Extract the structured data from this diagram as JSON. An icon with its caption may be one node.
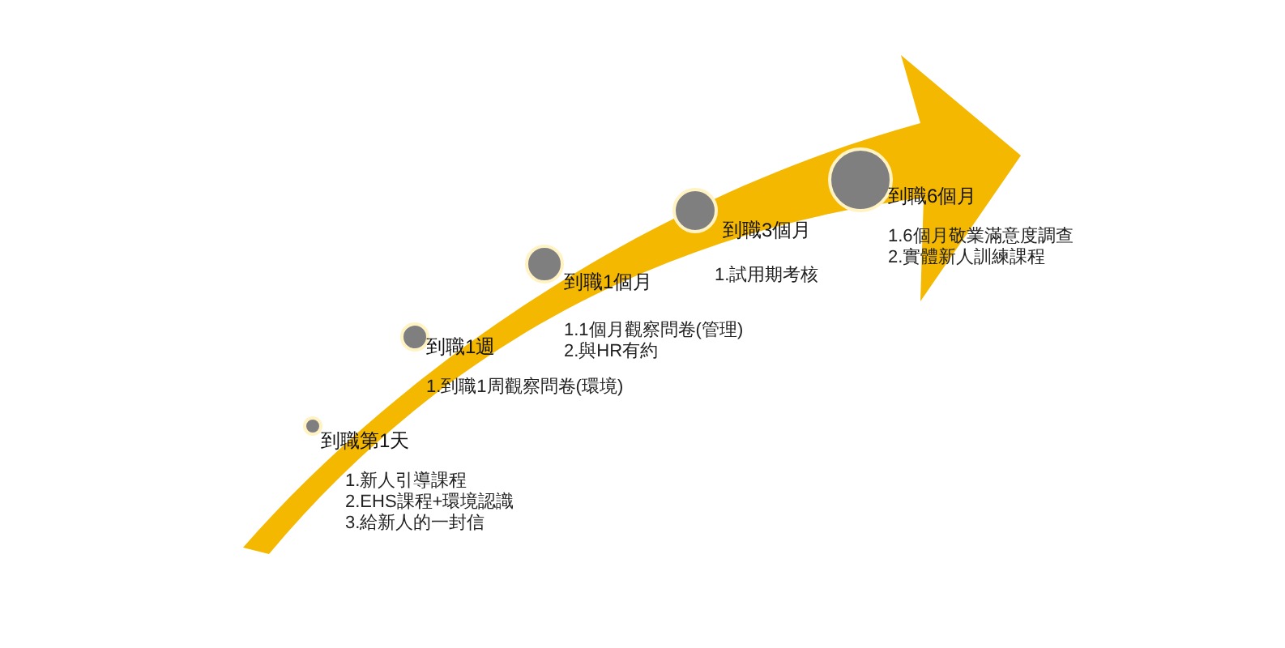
{
  "diagram": {
    "nodes": [
      {
        "text": [],
        "shape": "circle",
        "beside": [
          "到職第1天",
          "1.新人引導課程",
          "2.EHS課程+環境認識",
          "3.給新人的一封信"
        ]
      },
      {
        "text": [],
        "shape": "circle",
        "beside": [
          "到職1週",
          "1.到職1周觀察問卷(環境)"
        ]
      },
      {
        "text": [],
        "shape": "circle",
        "beside": [
          "到職1個月",
          "1.1個月觀察問卷(管理)",
          "2.與HR有約"
        ]
      },
      {
        "text": [],
        "shape": "circle",
        "beside": [
          "到職3個月",
          "1.試用期考核"
        ]
      },
      {
        "text": [],
        "shape": "circle",
        "beside": [
          "到職6個月",
          "1.6個月敬業滿意度調查",
          "2.實體新人訓練課程"
        ]
      }
    ]
  }
}
